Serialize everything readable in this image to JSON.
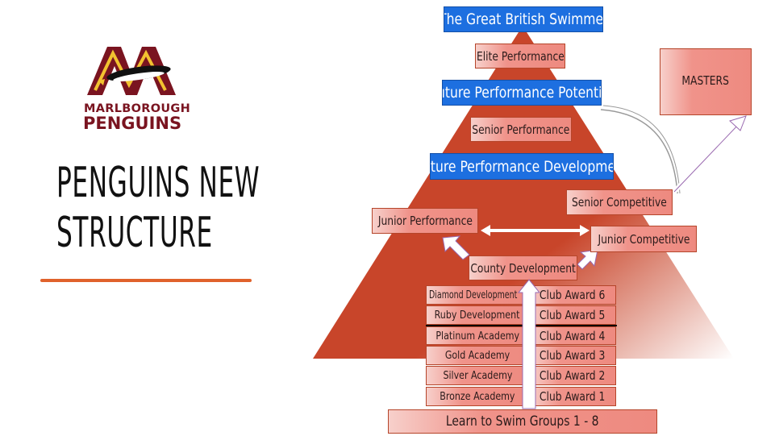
{
  "logo": {
    "line1": "MARLBOROUGH",
    "line2": "PENGUINS"
  },
  "title": {
    "line1": "PENGUINS NEW",
    "line2": "STRUCTURE"
  },
  "pyramid": {
    "top": "The Great British Swimmer",
    "elite": "Elite Performance",
    "fpp": "Future Performance Potential",
    "senior_perf": "Senior Performance",
    "fpd": "Future Performance Development",
    "senior_comp": "Senior Competitive",
    "junior_perf": "Junior Performance",
    "junior_comp": "Junior Competitive",
    "county": "County Development",
    "masters": "MASTERS",
    "left_col": [
      "Diamond Development",
      "Ruby Development",
      "Platinum Academy",
      "Gold Academy",
      "Silver Academy",
      "Bronze Academy"
    ],
    "right_col": [
      "Club Award 6",
      "Club Award 5",
      "Club Award 4",
      "Club Award 3",
      "Club Award 2",
      "Club Award 1"
    ],
    "base": "Learn to Swim Groups 1 - 8"
  },
  "colors": {
    "pyramid": "#c8452a",
    "blue": "#1d6fe0",
    "accent_line": "#e0622c"
  }
}
